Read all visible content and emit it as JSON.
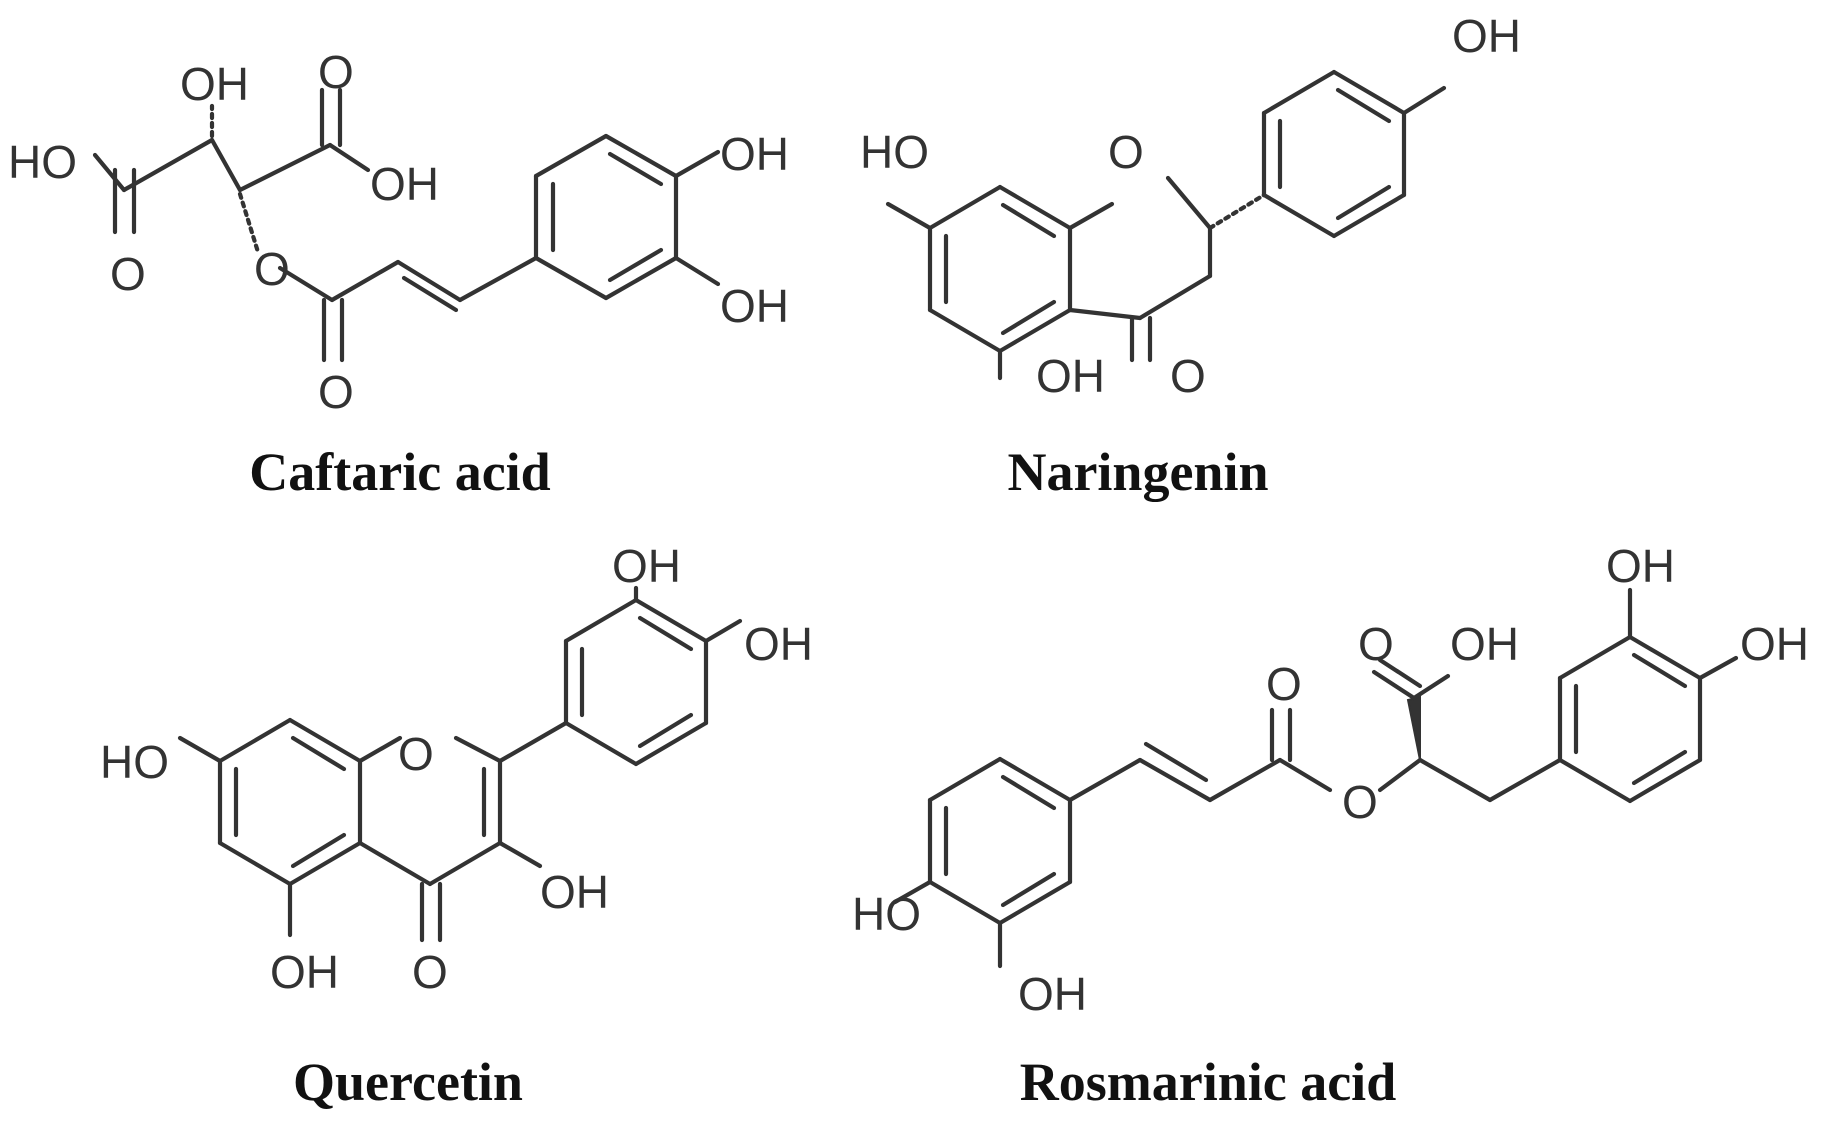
{
  "figure": {
    "colors": {
      "bond": "#333333",
      "label": "#333333",
      "title": "#111111",
      "background": "#ffffff"
    },
    "molecules": [
      {
        "id": "caftaric-acid",
        "name": "Caftaric acid",
        "atoms": [
          {
            "label": "OH",
            "kind": "hydroxyl"
          },
          {
            "label": "HO",
            "kind": "hydroxyl"
          },
          {
            "label": "O",
            "kind": "carbonyl"
          },
          {
            "label": "OH",
            "kind": "hydroxyl"
          },
          {
            "label": "O",
            "kind": "carbonyl"
          },
          {
            "label": "O",
            "kind": "ester"
          },
          {
            "label": "O",
            "kind": "carbonyl"
          },
          {
            "label": "OH",
            "kind": "hydroxyl"
          },
          {
            "label": "OH",
            "kind": "hydroxyl"
          }
        ]
      },
      {
        "id": "naringenin",
        "name": "Naringenin",
        "atoms": [
          {
            "label": "HO",
            "kind": "hydroxyl"
          },
          {
            "label": "O",
            "kind": "ring-oxygen"
          },
          {
            "label": "OH",
            "kind": "hydroxyl"
          },
          {
            "label": "OH",
            "kind": "hydroxyl"
          },
          {
            "label": "O",
            "kind": "carbonyl"
          }
        ]
      },
      {
        "id": "quercetin",
        "name": "Quercetin",
        "atoms": [
          {
            "label": "OH",
            "kind": "hydroxyl"
          },
          {
            "label": "OH",
            "kind": "hydroxyl"
          },
          {
            "label": "HO",
            "kind": "hydroxyl"
          },
          {
            "label": "O",
            "kind": "ring-oxygen"
          },
          {
            "label": "OH",
            "kind": "hydroxyl"
          },
          {
            "label": "OH",
            "kind": "hydroxyl"
          },
          {
            "label": "O",
            "kind": "carbonyl"
          }
        ]
      },
      {
        "id": "rosmarinic-acid",
        "name": "Rosmarinic acid",
        "atoms": [
          {
            "label": "OH",
            "kind": "hydroxyl"
          },
          {
            "label": "OH",
            "kind": "hydroxyl"
          },
          {
            "label": "O",
            "kind": "carbonyl"
          },
          {
            "label": "OH",
            "kind": "hydroxyl"
          },
          {
            "label": "O",
            "kind": "carbonyl"
          },
          {
            "label": "O",
            "kind": "ester"
          },
          {
            "label": "HO",
            "kind": "hydroxyl"
          },
          {
            "label": "OH",
            "kind": "hydroxyl"
          }
        ]
      }
    ]
  }
}
